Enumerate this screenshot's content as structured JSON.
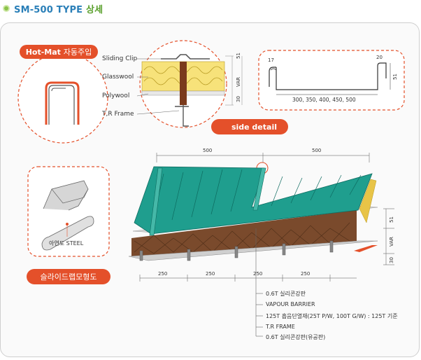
{
  "title": {
    "model": "SM-500 TYPE",
    "korean": "상세"
  },
  "hotmat": {
    "brand": "Hot-Mat",
    "text": "자동주입"
  },
  "detail_labels": {
    "sliding_clip": "Sliding Clip",
    "glasswool": "Glasswool",
    "polywool": "Polywool",
    "tr_frame": "T,R Frame"
  },
  "side_detail": {
    "label": "side detail"
  },
  "dims_detail": {
    "a": "51",
    "b": "VAR",
    "c": "30"
  },
  "profile": {
    "d17": "17",
    "d20": "20",
    "d51": "51",
    "widths": "300, 350, 400, 450, 500"
  },
  "top_dims": [
    "500",
    "500"
  ],
  "bottom_dims": [
    "250",
    "250",
    "250",
    "250"
  ],
  "right_dims": {
    "a": "51",
    "b": "VAR",
    "c": "30"
  },
  "steel": {
    "label": "아연도 STEEL"
  },
  "slide": {
    "label": "슬라이드랩모형도"
  },
  "legend": [
    "0.6T 실리콘강판",
    "VAPOUR BARRIER",
    "125T 흡음단열재(25T P/W, 100T G/W) : 125T 기준",
    "T.R FRAME",
    "0.6T 실리콘강판(유공판)"
  ],
  "colors": {
    "teal_panel": "#1f9e8e",
    "insulation": "#7a4a2c",
    "accent_red": "#e4502a",
    "title_blue": "#2a7fb8",
    "title_green": "#5aa02c"
  }
}
